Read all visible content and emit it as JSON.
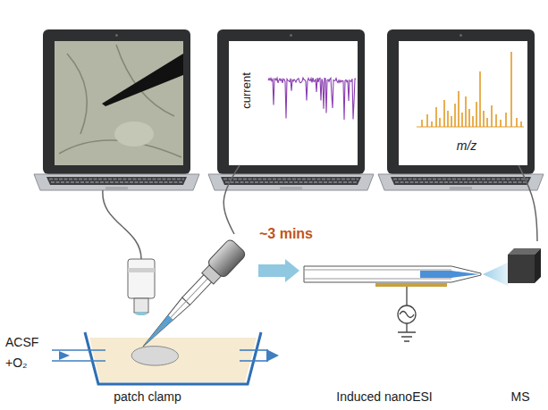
{
  "diagram": {
    "nodes": [
      {
        "text": [
          "current"
        ]
      },
      {
        "text": [
          "m/z"
        ]
      },
      {
        "text": [
          "patch clamp"
        ]
      },
      {
        "text": [
          "Induced nanoESI"
        ]
      },
      {
        "text": [
          "MS"
        ]
      }
    ],
    "edges": [
      {
        "from": 0,
        "to": 2,
        "arrow": "none"
      },
      {
        "from": 1,
        "to": 4,
        "arrow": "none"
      },
      {
        "from": 2,
        "to": 3,
        "label": "~3 mins",
        "arrow": "to"
      }
    ],
    "labels": [
      "ACSF",
      "+O₂"
    ]
  }
}
